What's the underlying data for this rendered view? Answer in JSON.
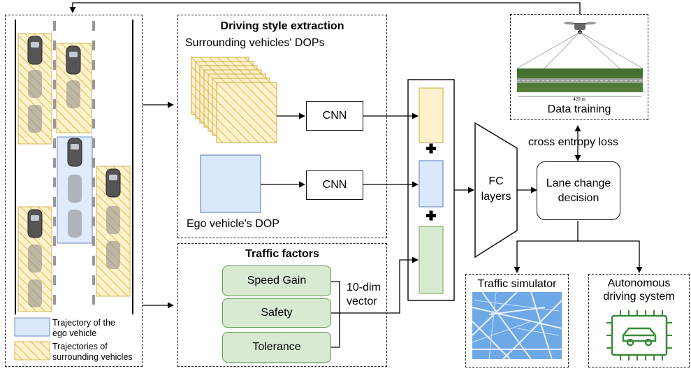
{
  "style_extraction": {
    "title": "Driving style extraction",
    "surrounding_label": "Surrounding vehicles' DOPs",
    "ego_label": "Ego vehicle's DOP",
    "cnn_top": "CNN",
    "cnn_bottom": "CNN"
  },
  "traffic_factors": {
    "title": "Traffic factors",
    "items": [
      "Speed Gain",
      "Safety",
      "Tolerance"
    ],
    "vector_line1": "10-dim",
    "vector_line2": "vector"
  },
  "legend": {
    "ego_line1": "Trajectory of the",
    "ego_line2": "ego vehicle",
    "surr_line1": "Trajectories of",
    "surr_line2": "surrounding vehicles"
  },
  "fc": {
    "line1": "FC",
    "line2": "layers"
  },
  "decision": {
    "line1": "Lane change",
    "line2": "decision"
  },
  "loss_label": "cross entropy loss",
  "data_training": {
    "label": "Data training",
    "scale": "420 m"
  },
  "outputs": {
    "simulator": "Traffic simulator",
    "autonomous_line1": "Autonomous",
    "autonomous_line2": "driving system"
  },
  "colors": {
    "surrounding_fill": "#fff2cc",
    "surrounding_stroke": "#d6b656",
    "ego_fill": "#dae8fc",
    "ego_stroke": "#6c8ebf",
    "factor_fill": "#d9ead3",
    "factor_stroke": "#5e9a55",
    "chip_green": "#3a8a3a"
  },
  "icons": [
    "drone-icon",
    "map-icon",
    "chip-car-icon",
    "plus-icon"
  ]
}
